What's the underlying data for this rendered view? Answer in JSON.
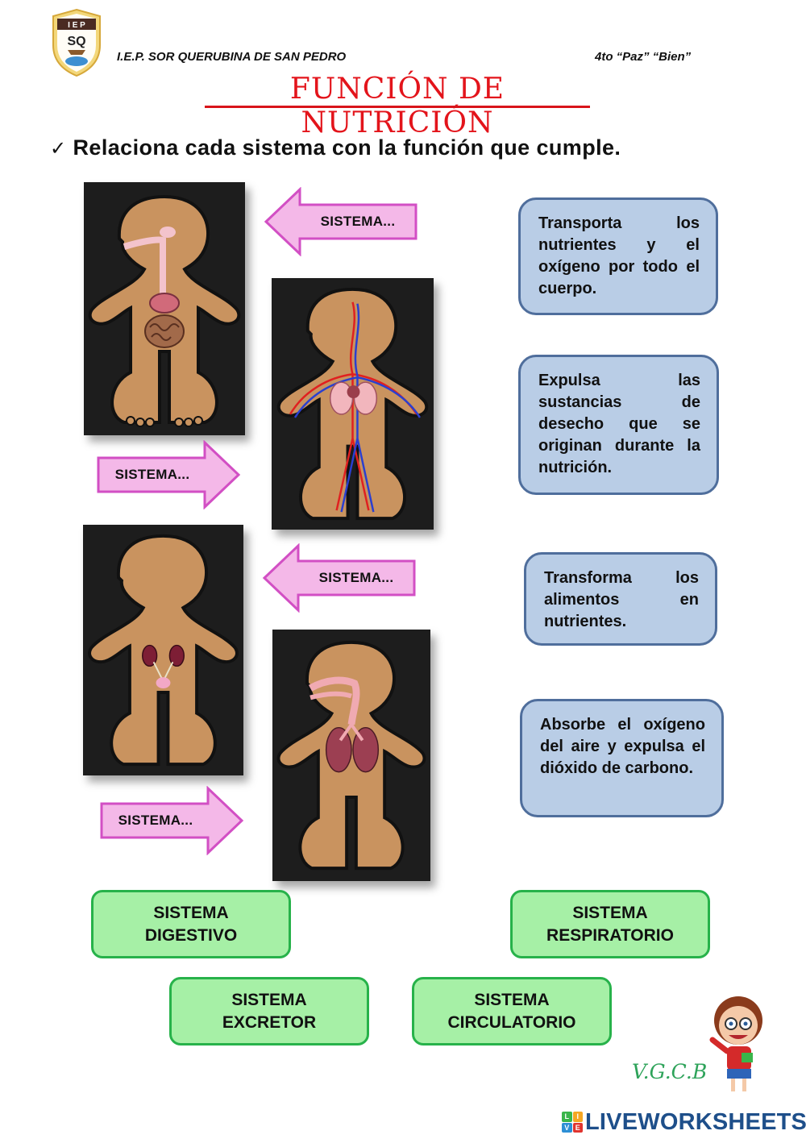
{
  "header": {
    "logo": {
      "icon": "school-crest-icon",
      "top_text": "I E P",
      "initials": "SQ"
    },
    "school_name": "I.E.P. SOR QUERUBINA DE SAN PEDRO",
    "grade": "4to “Paz” “Bien”",
    "title": "FUNCIÓN DE NUTRICIÓN"
  },
  "instruction": {
    "check_icon": "✓",
    "text": "Relaciona cada sistema con la función que cumple."
  },
  "figures": [
    {
      "id": "digestive",
      "icon": "digestive-body-illustration"
    },
    {
      "id": "circulatory",
      "icon": "circulatory-body-illustration"
    },
    {
      "id": "excretory",
      "icon": "excretory-body-illustration"
    },
    {
      "id": "respiratory",
      "icon": "respiratory-body-illustration"
    }
  ],
  "drop_arrows": [
    {
      "label": "SISTEMA...",
      "direction": "left",
      "points_to": "digestive"
    },
    {
      "label": "SISTEMA...",
      "direction": "right",
      "points_to": "circulatory"
    },
    {
      "label": "SISTEMA...",
      "direction": "left",
      "points_to": "excretory"
    },
    {
      "label": "SISTEMA...",
      "direction": "right",
      "points_to": "respiratory"
    }
  ],
  "functions": [
    {
      "text": "Transporta los nutrientes y el oxígeno por todo el cuerpo."
    },
    {
      "text": "Expulsa las sustancias de desecho que se originan durante la nutrición."
    },
    {
      "text": "Transforma los alimentos en nutrientes."
    },
    {
      "text": "Absorbe el oxígeno del aire y expulsa el dióxido de carbono."
    }
  ],
  "answer_options": [
    {
      "line1": "SISTEMA",
      "line2": "DIGESTIVO"
    },
    {
      "line1": "SISTEMA",
      "line2": "RESPIRATORIO"
    },
    {
      "line1": "SISTEMA",
      "line2": "EXCRETOR"
    },
    {
      "line1": "SISTEMA",
      "line2": "CIRCULATORIO"
    }
  ],
  "footer": {
    "signature": "V.G.C.B",
    "mascot_icon": "teacher-cartoon-icon",
    "brand": {
      "text": "LIVEWORKSHEETS",
      "icon_letters": [
        "L",
        "I",
        "V",
        "E"
      ]
    }
  },
  "colors": {
    "title_red": "#e3141b",
    "arrow_fill": "#f4b8e8",
    "arrow_border": "#d24fc4",
    "function_fill": "#b9cde6",
    "function_border": "#4f6e9c",
    "chip_fill": "#a6f0a6",
    "chip_border": "#27b24a",
    "signature_green": "#2ea35a",
    "brand_blue": "#1e4f8a"
  }
}
